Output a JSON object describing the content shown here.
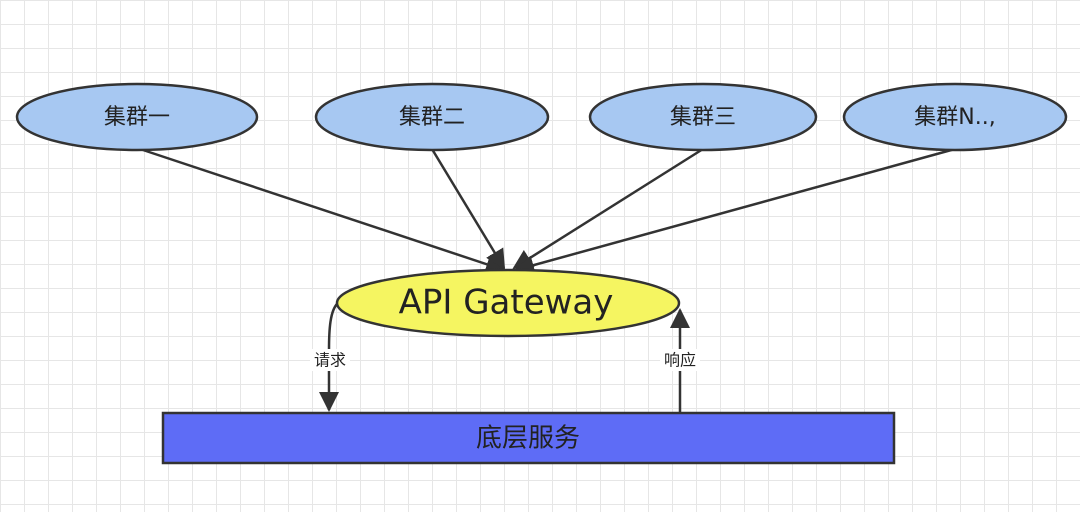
{
  "nodes": {
    "cluster_1": "集群一",
    "cluster_2": "集群二",
    "cluster_3": "集群三",
    "cluster_n": "集群N..,",
    "gateway": "API Gateway",
    "backend": "底层服务"
  },
  "edges": {
    "request_label": "请求",
    "response_label": "响应"
  },
  "colors": {
    "cluster_fill": "#a7c8f2",
    "gateway_fill": "#f5f561",
    "backend_fill": "#5e6cf6",
    "stroke": "#333333"
  }
}
